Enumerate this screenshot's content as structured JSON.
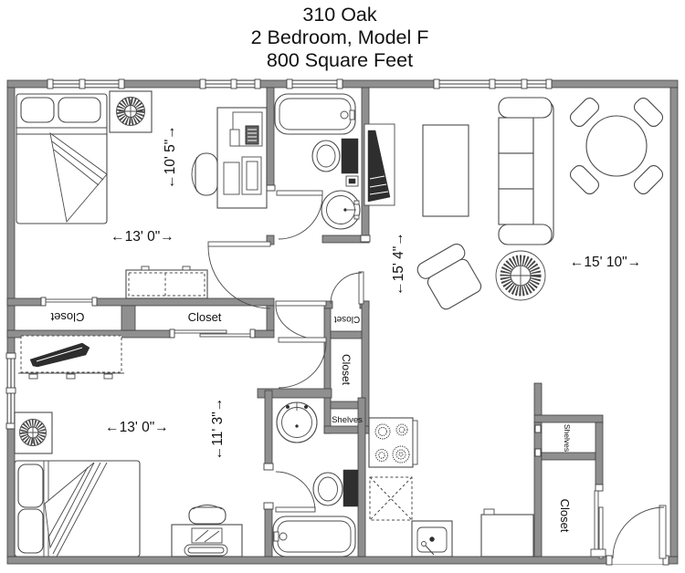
{
  "title": {
    "line1": "310 Oak",
    "line2": "2 Bedroom, Model F",
    "line3": "800 Square Feet"
  },
  "dimensions": {
    "bedroom1_width": "←13' 0\"→",
    "bedroom1_depth": "←10' 5\"→",
    "living_depth": "←15' 4\"→",
    "living_width": "←15' 10\"→",
    "bedroom2_width": "←13' 0\"→",
    "bedroom2_depth": "←11' 3\"→"
  },
  "labels": {
    "closet_left": "Closet",
    "closet_center": "Closet",
    "closet_hall_small": "Closet",
    "closet_hall_tall": "Closet",
    "closet_entry": "Closet",
    "shelves_bath": "Shelves",
    "shelves_entry": "Shelves"
  },
  "colors": {
    "wall": "#8f8f8f",
    "wall_outline": "#3f3f3f",
    "line": "#4a4a4a",
    "dark": "#2e2e2e",
    "background": "#ffffff"
  }
}
